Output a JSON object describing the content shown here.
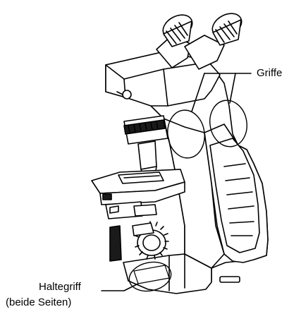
{
  "callouts": {
    "griffe": "Griffe",
    "haltegriff_line1": "Haltegriff",
    "haltegriff_line2": "(beide Seiten)"
  },
  "colors": {
    "line": "#000000",
    "fill": "#ffffff",
    "dark": "#1a1a1a"
  }
}
